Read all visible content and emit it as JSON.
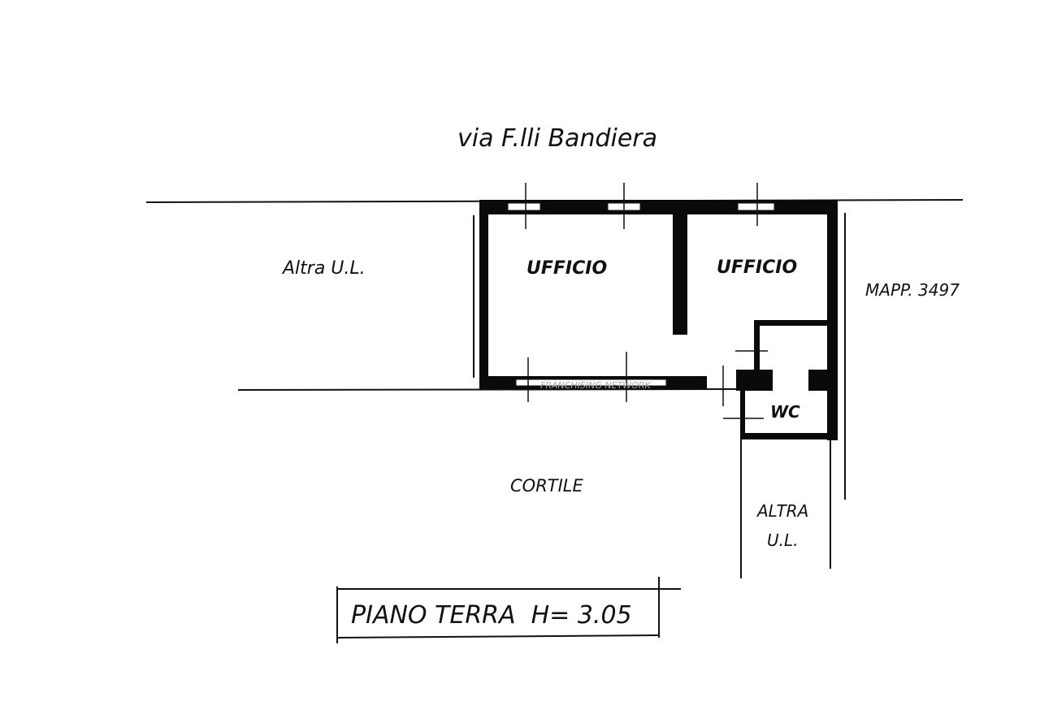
{
  "street": "via F.lli Bandiera",
  "rooms": {
    "office_left": "UFFICIO",
    "office_right": "UFFICIO",
    "wc": "WC"
  },
  "neighbors": {
    "left": "Altra U.L.",
    "right": "MAPP. 3497",
    "bottom_right_line1": "ALTRA",
    "bottom_right_line2": "U.L."
  },
  "courtyard": "CORTILE",
  "floor_label": "PIANO TERRA  H= 3.05",
  "watermark": "FRANCHISING NETWORK"
}
